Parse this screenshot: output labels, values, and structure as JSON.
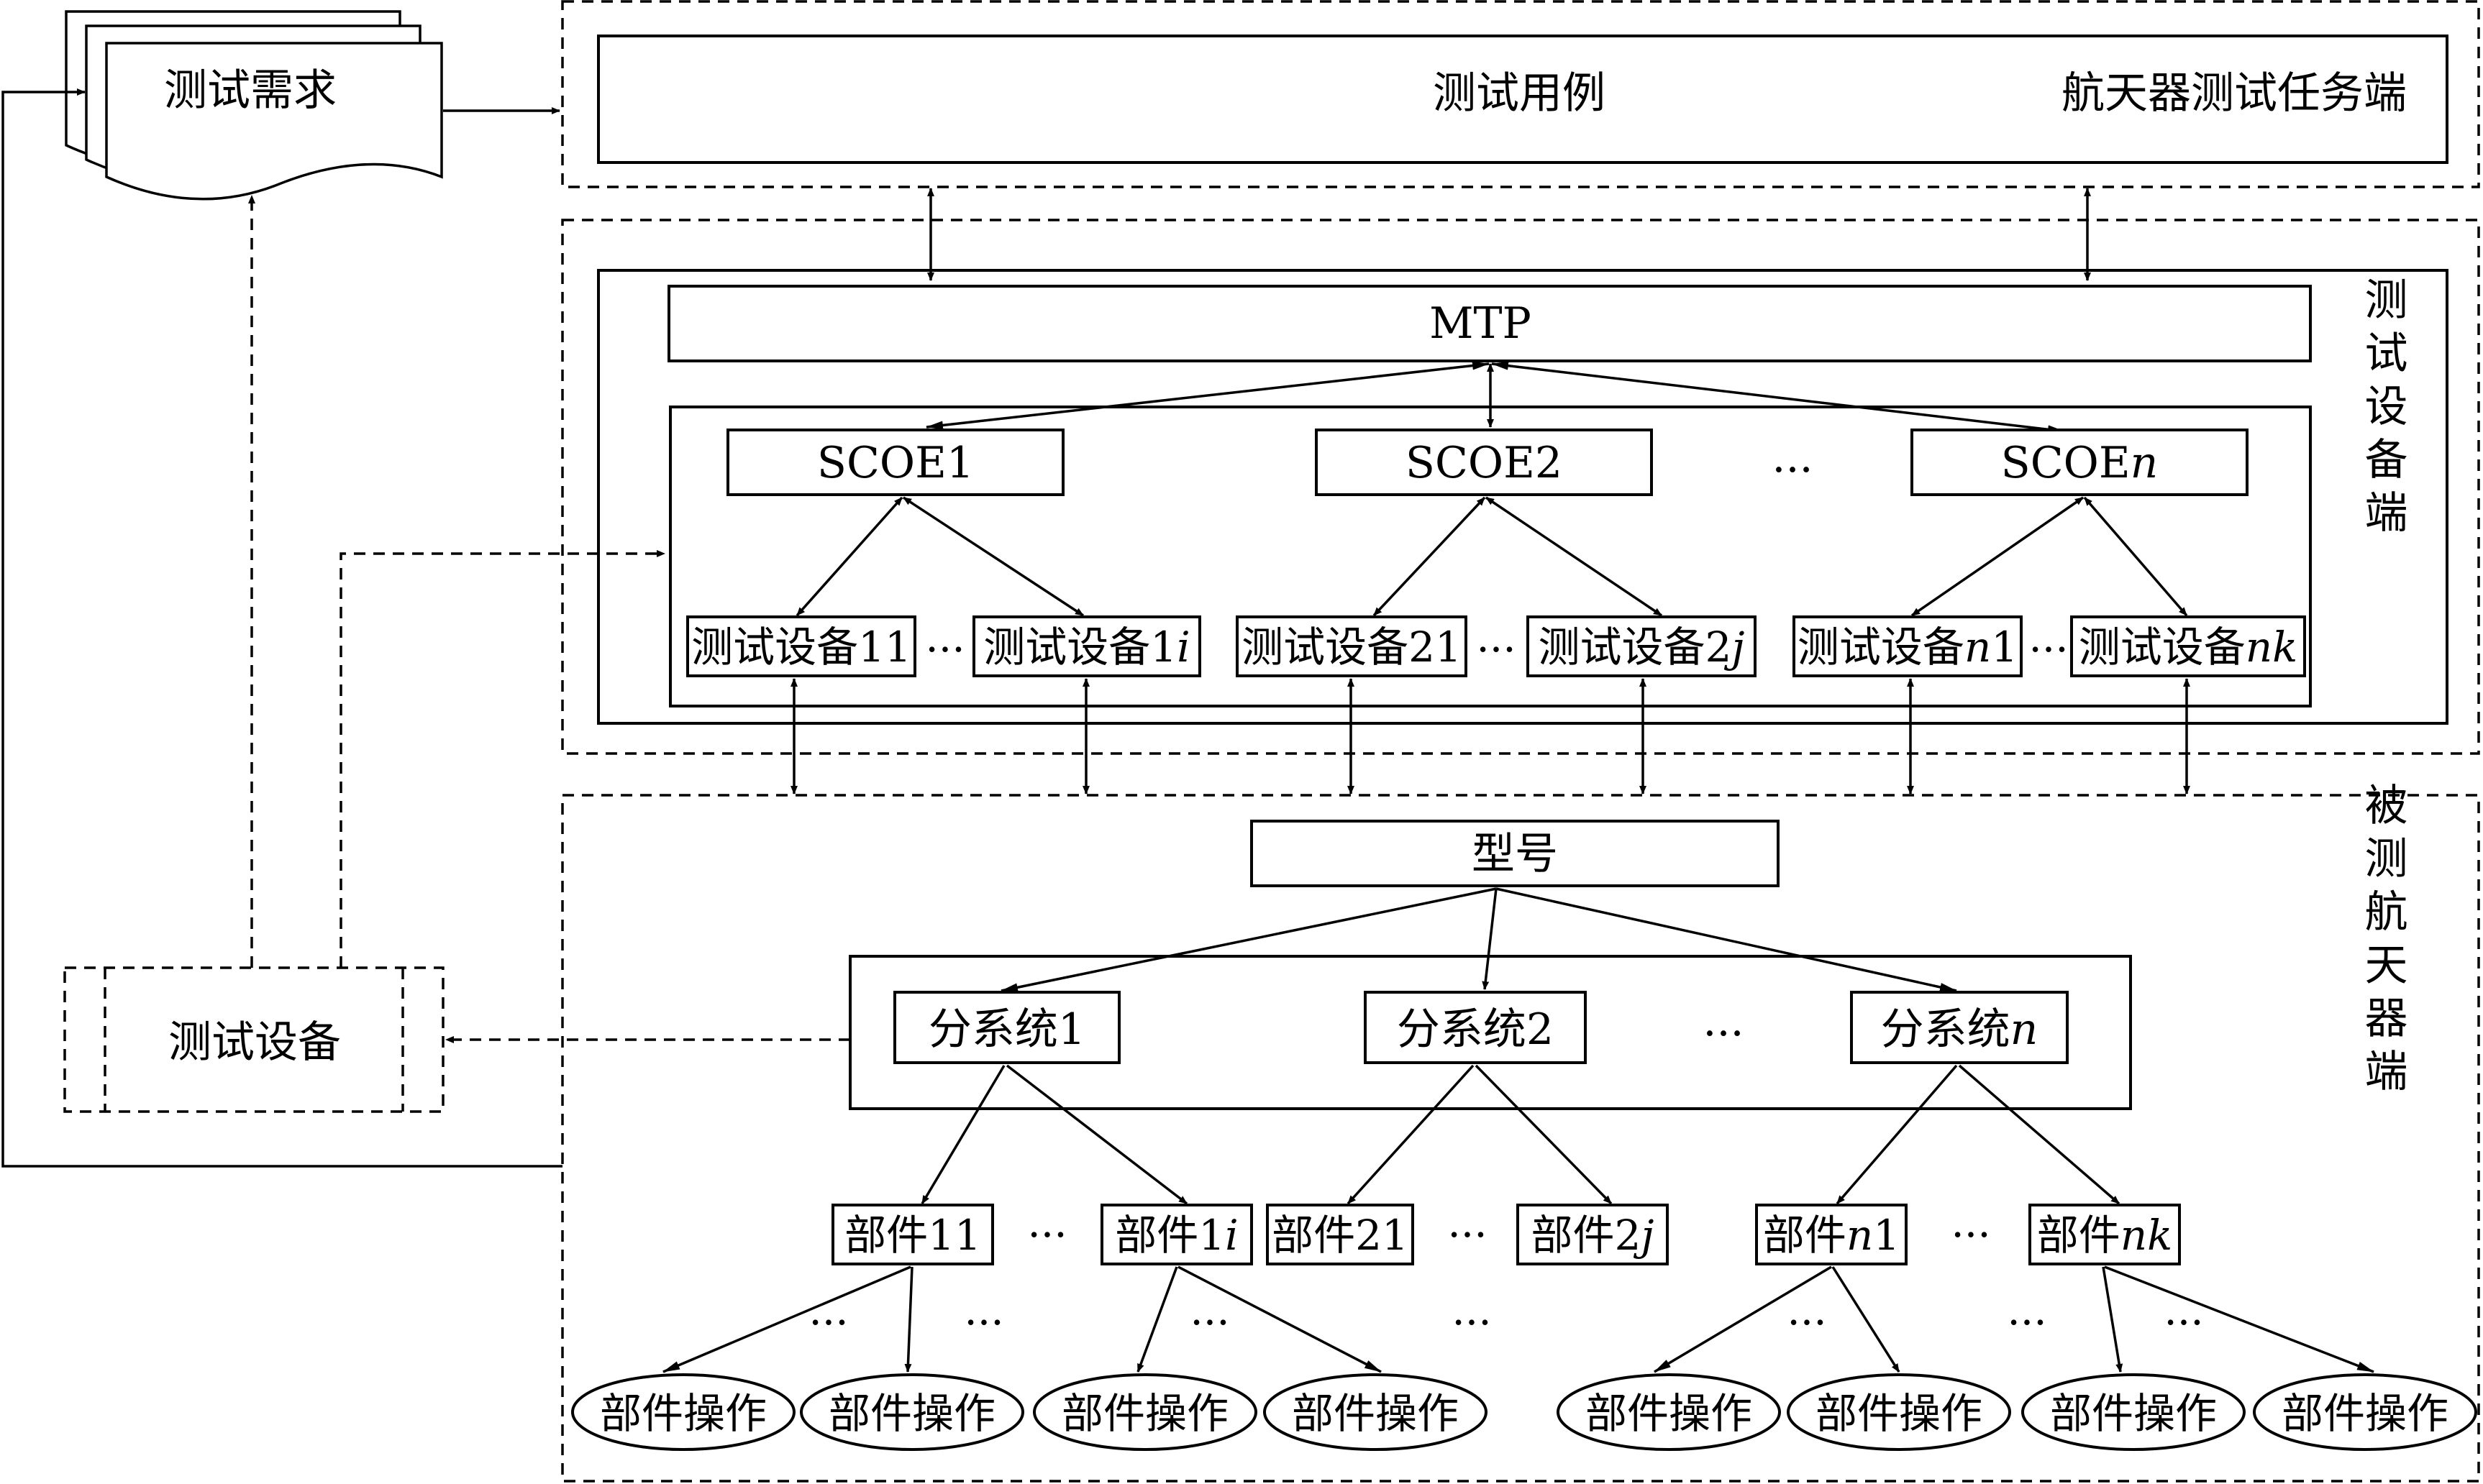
{
  "documents": {
    "test_requirements": "测试需求"
  },
  "task_zone": {
    "label": "航天器测试任务端",
    "test_cases": "测试用例"
  },
  "equipment_zone": {
    "label": "测试设备端",
    "mtp": "MTP",
    "scoe": [
      "SCOE1",
      "SCOE2",
      "SCOE"
    ],
    "scoe_n_suffix": "n",
    "ellipsis": "...",
    "devices": [
      {
        "prefix": "测试设备11",
        "suffix": ""
      },
      {
        "prefix": "测试设备1",
        "suffix": "i"
      },
      {
        "prefix": "测试设备21",
        "suffix": ""
      },
      {
        "prefix": "测试设备2",
        "suffix": "j"
      },
      {
        "prefix": "测试设备",
        "suffix": "n",
        "tail": "1"
      },
      {
        "prefix": "测试设备",
        "suffix": "nk"
      }
    ]
  },
  "spacecraft_zone": {
    "label": "被测航天器端",
    "model": "型号",
    "subsystems": [
      {
        "prefix": "分系统1",
        "suffix": ""
      },
      {
        "prefix": "分系统2",
        "suffix": ""
      },
      {
        "prefix": "分系统",
        "suffix": "n"
      }
    ],
    "components": [
      {
        "prefix": "部件11",
        "suffix": ""
      },
      {
        "prefix": "部件1",
        "suffix": "i"
      },
      {
        "prefix": "部件21",
        "suffix": ""
      },
      {
        "prefix": "部件2",
        "suffix": "j"
      },
      {
        "prefix": "部件",
        "suffix": "n",
        "tail": "1"
      },
      {
        "prefix": "部件",
        "suffix": "nk"
      }
    ],
    "operation": "部件操作"
  },
  "test_equipment": "测试设备"
}
